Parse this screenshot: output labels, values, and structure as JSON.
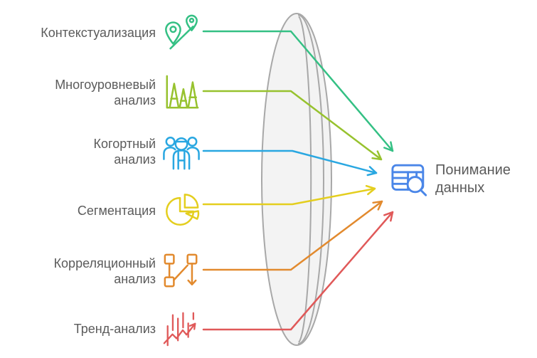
{
  "diagram": {
    "title": "",
    "text_color": "#5b5b5b",
    "lens": {
      "name": "lens-shape",
      "fill": "#f3f3f3",
      "stroke": "#a8a8a8"
    },
    "methods": [
      {
        "label": "Контекстуализация",
        "icon": "map-pins-icon",
        "color": "#34c084"
      },
      {
        "label": "Многоуровневый\nанализ",
        "icon": "mountain-peaks-chart-icon",
        "color": "#97c22e"
      },
      {
        "label": "Когортный\nанализ",
        "icon": "people-group-icon",
        "color": "#29a7e1"
      },
      {
        "label": "Сегментация",
        "icon": "pie-chart-icon",
        "color": "#e4ce1e"
      },
      {
        "label": "Корреляционный\nанализ",
        "icon": "correlation-flow-icon",
        "color": "#e28a2e"
      },
      {
        "label": "Тренд-анализ",
        "icon": "trend-chart-icon",
        "color": "#e05959"
      }
    ],
    "result": {
      "label": "Понимание\nданных",
      "icon": "data-table-search-icon",
      "color": "#4a86e8"
    }
  }
}
